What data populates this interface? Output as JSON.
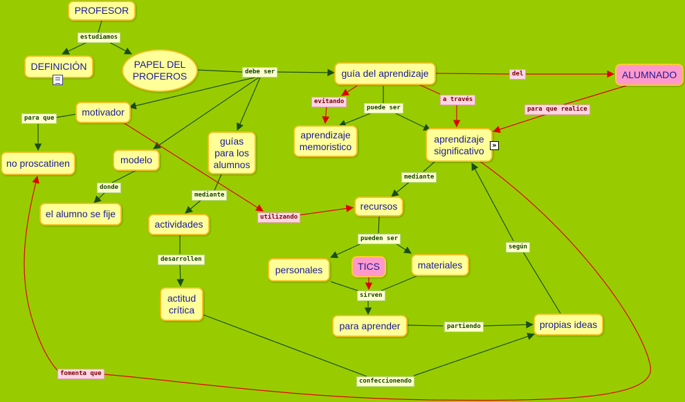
{
  "colors": {
    "background": "#99cc00",
    "node_fill": "#ffff99",
    "node_border": "#f0c020",
    "pink_fill": "#ff99cc",
    "green_line": "#1a4d1a",
    "red_line": "#e00000"
  },
  "icons": {
    "definicion": "document-icon",
    "significativo": "link-arrow-icon"
  },
  "nodes": {
    "profesor": "PROFESOR",
    "definicion": "DEFINICIÓN",
    "papel": "PAPEL DEL\nPROFEROS",
    "guia_aprendizaje": "guía del aprendizaje",
    "alumnado": "ALUMNADO",
    "motivador": "motivador",
    "no_proscatinen": "no proscatinen",
    "modelo": "modelo",
    "alumno_fije": "el alumno se fije",
    "guias_alumnos": "guías\npara los\nalumnos",
    "memoristico": "aprendizaje\nmemoristico",
    "significativo": "aprendizaje\nsignificativo",
    "recursos": "recursos",
    "actividades": "actividades",
    "actitud": "actitud\ncrítica",
    "personales": "personales",
    "tics": "TICS",
    "materiales": "materiales",
    "para_aprender": "para aprender",
    "propias_ideas": "propias ideas"
  },
  "labels": {
    "estudiamos": "estudiamos",
    "debe_ser": "debe ser",
    "del": "del",
    "evitando": "evitando",
    "puede_ser": "puede ser",
    "a_traves": "a través",
    "para_que_realice": "para que realice",
    "para_que": "para que",
    "donde": "donde",
    "mediante_1": "mediante",
    "mediante_2": "mediante",
    "utilizando": "utilizando",
    "pueden_ser": "pueden ser",
    "desarrollen": "desarrollen",
    "sirven": "sirven",
    "segun": "según",
    "partiendo": "partiendo",
    "confeccionendo": "confeccionendo",
    "fomenta_que": "fomenta que"
  }
}
